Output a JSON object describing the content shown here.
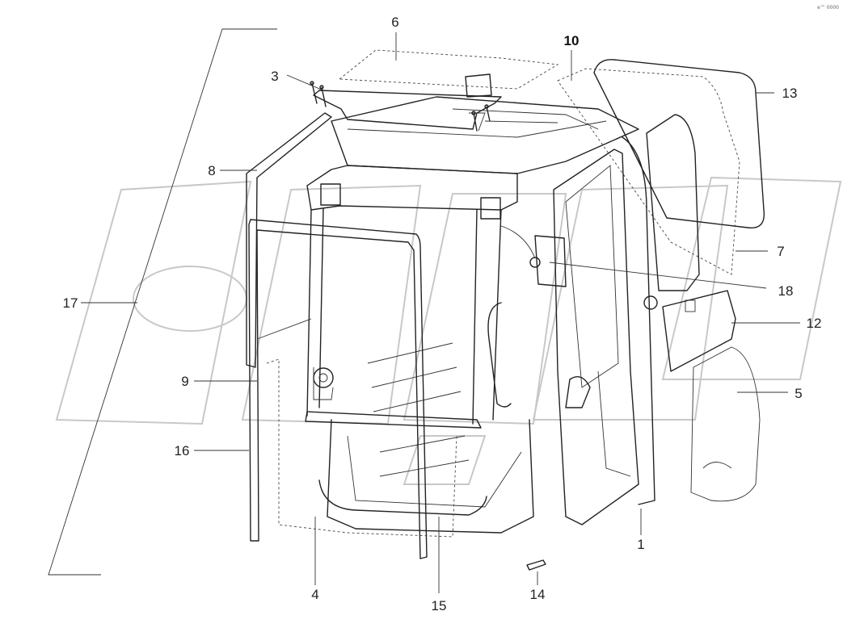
{
  "corner_mark": "e™ 0000",
  "callouts": [
    {
      "id": "1",
      "text": "1"
    },
    {
      "id": "3",
      "text": "3"
    },
    {
      "id": "4",
      "text": "4"
    },
    {
      "id": "5",
      "text": "5"
    },
    {
      "id": "6",
      "text": "6"
    },
    {
      "id": "7",
      "text": "7"
    },
    {
      "id": "8",
      "text": "8"
    },
    {
      "id": "9",
      "text": "9"
    },
    {
      "id": "10",
      "text": "10"
    },
    {
      "id": "12",
      "text": "12"
    },
    {
      "id": "13",
      "text": "13"
    },
    {
      "id": "14",
      "text": "14"
    },
    {
      "id": "15",
      "text": "15"
    },
    {
      "id": "16",
      "text": "16"
    },
    {
      "id": "17",
      "text": "17"
    },
    {
      "id": "18",
      "text": "18"
    }
  ]
}
